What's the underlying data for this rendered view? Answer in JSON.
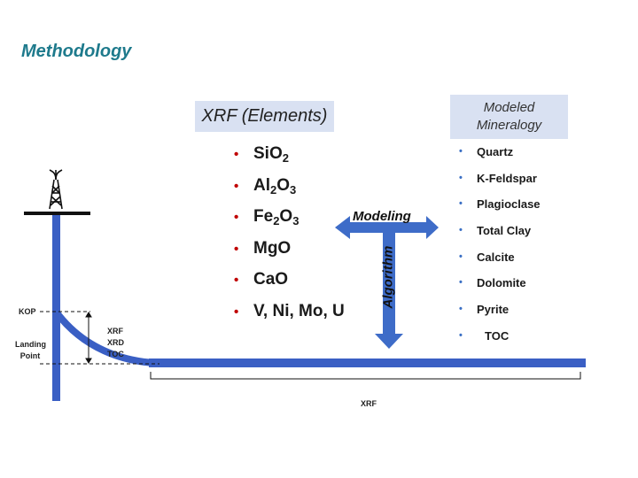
{
  "title": "Methodology",
  "xrf_box": {
    "label": "XRF (Elements)"
  },
  "elements": [
    {
      "base": "SiO",
      "sub1": "2",
      "mid": "",
      "sub2": ""
    },
    {
      "base": "Al",
      "sub1": "2",
      "mid": "O",
      "sub2": "3"
    },
    {
      "base": "Fe",
      "sub1": "2",
      "mid": "O",
      "sub2": "3"
    },
    {
      "base": "MgO",
      "sub1": "",
      "mid": "",
      "sub2": ""
    },
    {
      "base": "CaO",
      "sub1": "",
      "mid": "",
      "sub2": ""
    },
    {
      "base": "V, Ni, Mo, U",
      "sub1": "",
      "mid": "",
      "sub2": ""
    }
  ],
  "mineralogy_box": {
    "line1": "Modeled",
    "line2": "Mineralogy"
  },
  "minerals": [
    "Quartz",
    "K-Feldspar",
    "Plagioclase",
    "Total Clay",
    "Calcite",
    "Dolomite",
    "Pyrite",
    "TOC"
  ],
  "arrows": {
    "horizontal_label": "Modeling",
    "vertical_label": "Algorithm"
  },
  "well": {
    "kop_label": "KOP",
    "landing_label_1": "Landing",
    "landing_label_2": "Point",
    "curve_labels": [
      "XRF",
      "XRD",
      "TOC"
    ],
    "lateral_label": "XRF"
  },
  "colors": {
    "title": "#1e7a8c",
    "well": "#3a5fc4",
    "arrow": "#3e6cc8",
    "box_fill": "#d9e1f2",
    "element_bullet": "#c00000",
    "mineral_bullet": "#3a6fc4"
  }
}
